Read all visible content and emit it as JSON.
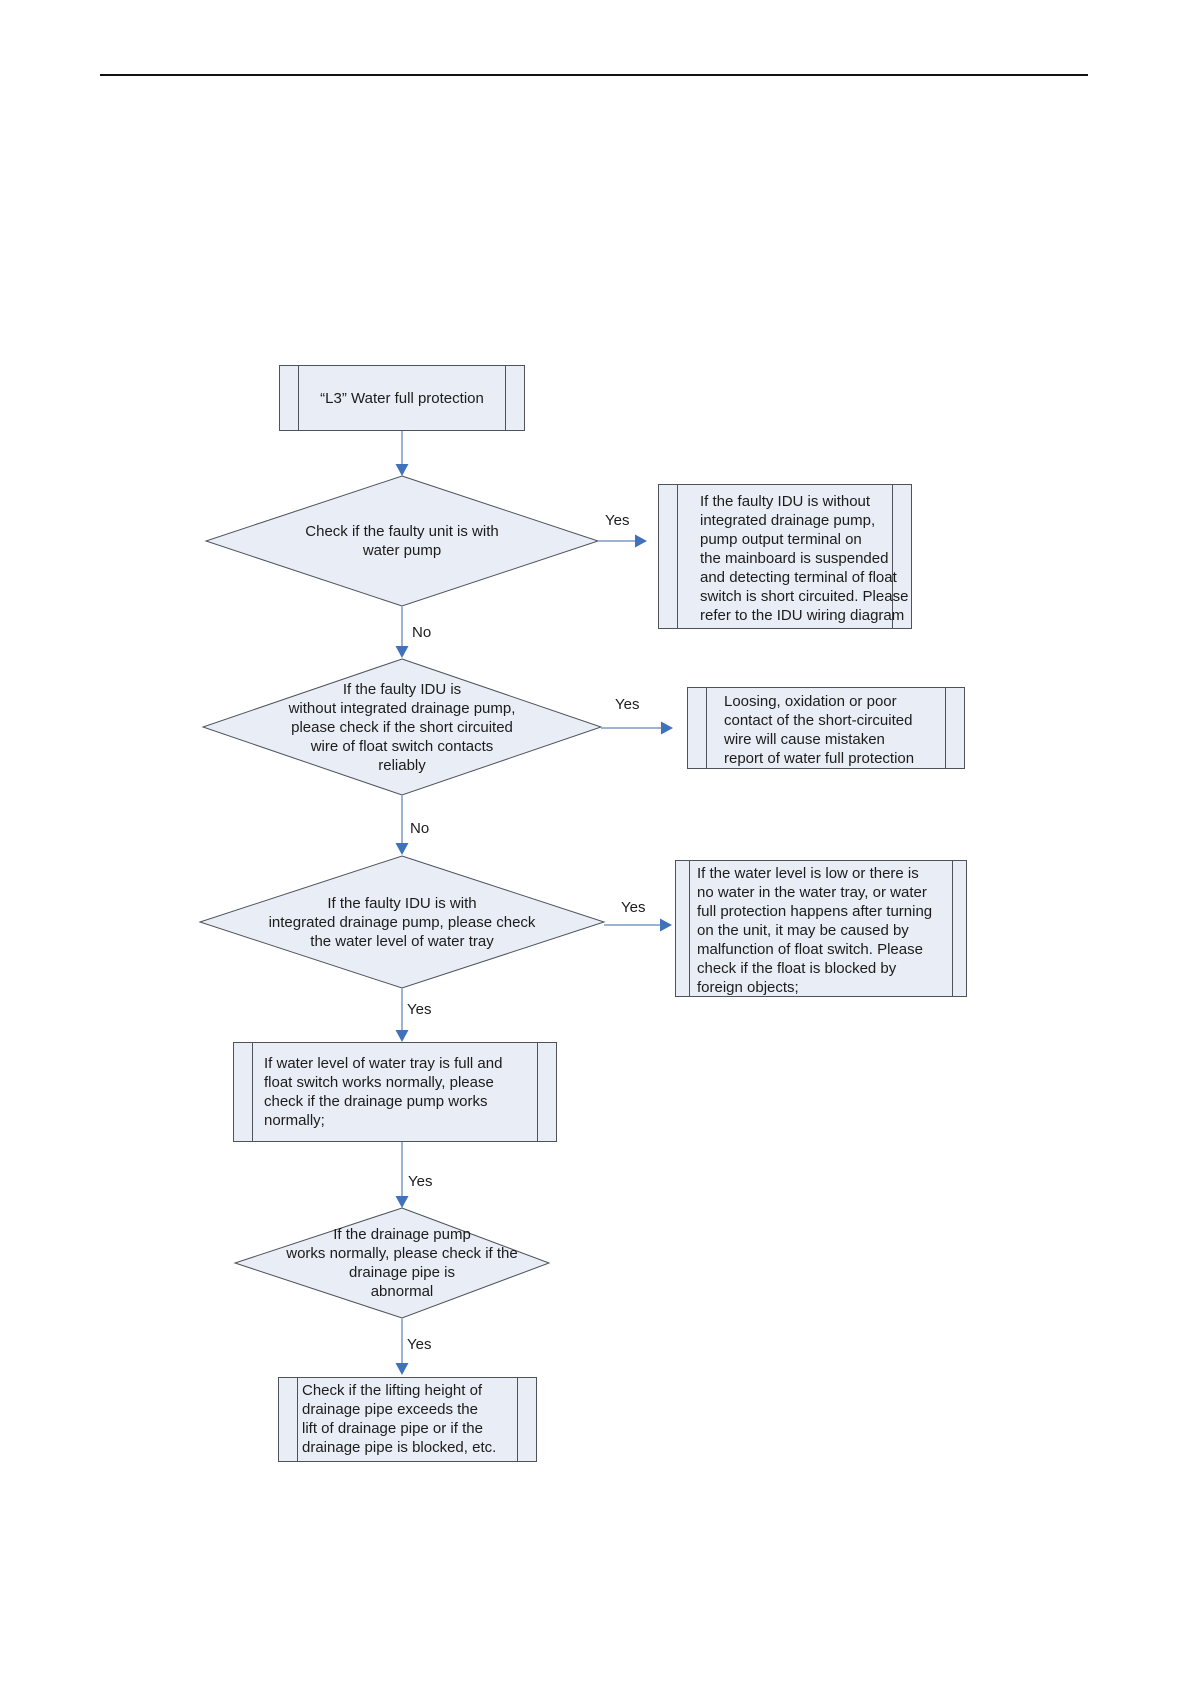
{
  "colors": {
    "shape_fill": "#e9edf5",
    "shape_border": "#4d525b",
    "arrow_stem": "#9db3d4",
    "arrow_head": "#3f72ba",
    "text": "#1c1c1c",
    "rule": "#111111"
  },
  "labels": {
    "yes": "Yes",
    "no": "No"
  },
  "nodes": {
    "start": "“L3” Water full protection",
    "decision_water_pump": "Check if the faulty unit is with\nwater pump",
    "result_no_pump_wiring": "If the faulty IDU is without\nintegrated drainage pump,\npump output terminal on\nthe mainboard is suspended\nand detecting terminal of float\nswitch is short circuited. Please\nrefer to the IDU wiring diagram",
    "decision_short_circuit_wire": "If the faulty IDU is\nwithout integrated drainage pump,\nplease check if the short circuited\nwire of float switch contacts\nreliably",
    "result_loose_contact": "Loosing, oxidation or poor\ncontact of the short-circuited\nwire will cause mistaken\nreport of water full protection",
    "decision_water_level": "If the faulty IDU is with\nintegrated drainage pump, please check\nthe water level of water tray",
    "result_float_switch": "If the water level is low or there is\nno water in the water tray, or water\nfull protection happens after turning\non the unit, it may be caused by\nmalfunction of float switch. Please\ncheck if the float is blocked by\nforeign objects;",
    "process_drainage_pump": "If water level of water tray is full and\nfloat switch works normally, please\ncheck if the drainage pump works\nnormally;",
    "decision_drainage_pipe": "If the drainage pump\nworks normally, please check if the\ndrainage pipe is\nabnormal",
    "process_lifting_height": "Check if the lifting height of\ndrainage pipe exceeds the\nlift of drainage pipe or if the\ndrainage pipe is blocked, etc."
  }
}
